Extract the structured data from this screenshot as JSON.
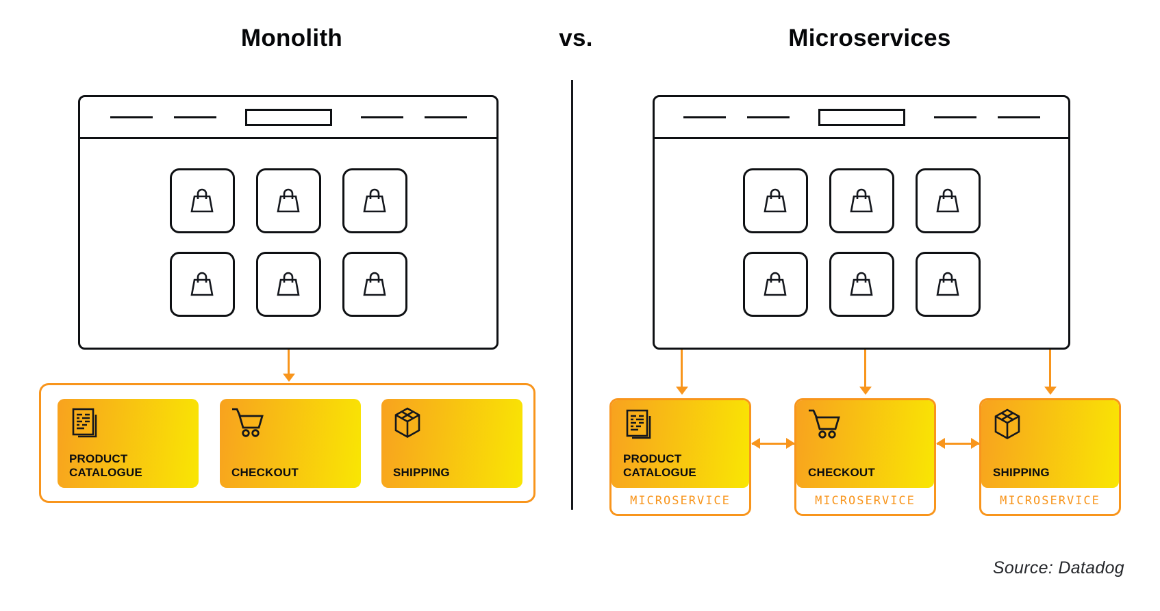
{
  "titles": {
    "left": "Monolith",
    "separator": "vs.",
    "right": "Microservices"
  },
  "source_note": "Source: Datadog",
  "colors": {
    "accent_orange": "#F8951C",
    "gradient_start": "#F8A21F",
    "gradient_end": "#F9E603",
    "outline_dark": "#0E1013"
  },
  "monolith": {
    "window": {
      "tile_icon": "shopping-bag-icon",
      "tile_count": 6
    },
    "services": [
      {
        "label": "PRODUCT CATALOGUE",
        "icon": "catalogue-icon"
      },
      {
        "label": "CHECKOUT",
        "icon": "cart-icon"
      },
      {
        "label": "SHIPPING",
        "icon": "package-icon"
      }
    ]
  },
  "microservices": {
    "window": {
      "tile_icon": "shopping-bag-icon",
      "tile_count": 6
    },
    "services": [
      {
        "label": "PRODUCT CATALOGUE",
        "icon": "catalogue-icon",
        "badge": "MICROSERVICE"
      },
      {
        "label": "CHECKOUT",
        "icon": "cart-icon",
        "badge": "MICROSERVICE"
      },
      {
        "label": "SHIPPING",
        "icon": "package-icon",
        "badge": "MICROSERVICE"
      }
    ]
  }
}
